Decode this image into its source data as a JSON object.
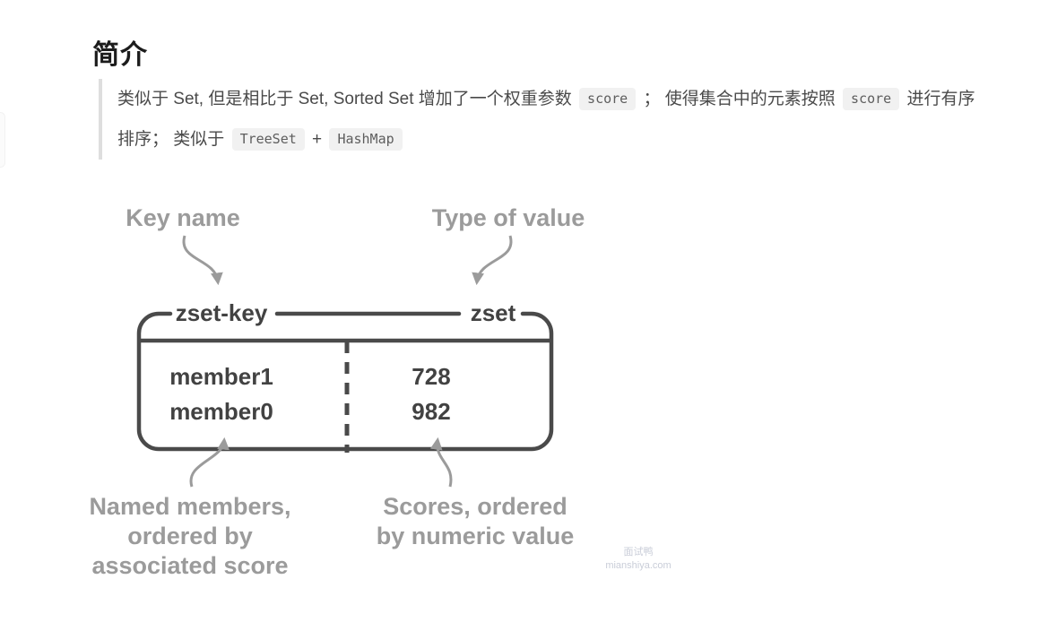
{
  "heading": {
    "text": "简介"
  },
  "quote": {
    "segments": [
      {
        "text": "类似于 Set, 但是相比于 Set, Sorted Set 增加了一个权重参数 "
      },
      {
        "code": "score"
      },
      {
        "text": " ； 使得集合中的元素按照 "
      },
      {
        "code": "score"
      },
      {
        "text": " 进行有序"
      },
      {
        "text": "排序； 类似于 "
      },
      {
        "code": "TreeSet"
      },
      {
        "text": " + "
      },
      {
        "code": "HashMap"
      }
    ]
  },
  "diagram": {
    "key_label": "Key name",
    "type_label": "Type of value",
    "key_name": "zset-key",
    "value_type": "zset",
    "rows": [
      {
        "member": "member1",
        "score": "728"
      },
      {
        "member": "member0",
        "score": "982"
      }
    ],
    "members_caption_line1": "Named members,",
    "members_caption_line2": "ordered by",
    "members_caption_line3": "associated score",
    "scores_caption_line1": "Scores, ordered",
    "scores_caption_line2": "by numeric value",
    "colors": {
      "outline": "#4a4a4a",
      "inner_text": "#424242",
      "caption": "#9b9b9b"
    }
  },
  "watermark": {
    "line1": "面试鸭",
    "line2": "mianshiya.com"
  }
}
